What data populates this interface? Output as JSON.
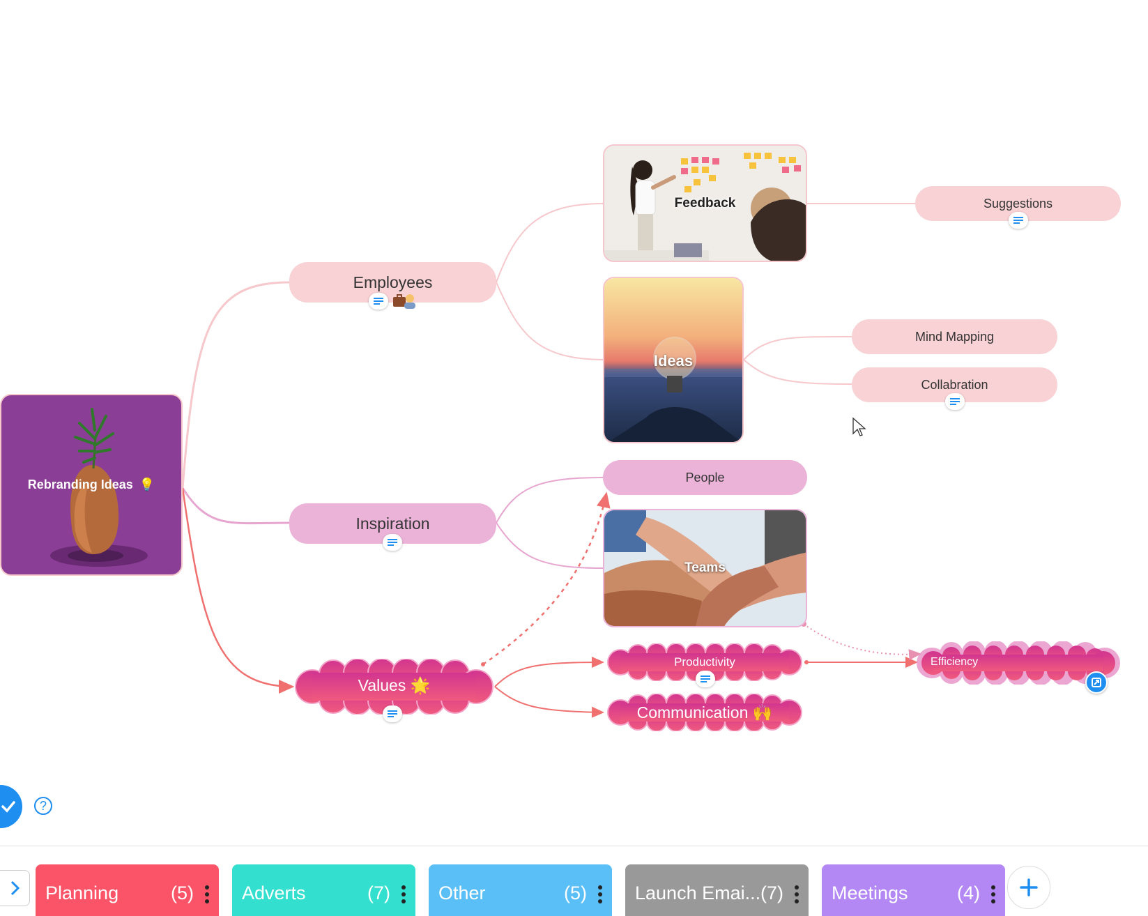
{
  "mindmap": {
    "root": {
      "label": "Rebranding Ideas",
      "emoji": "💡"
    },
    "employees": {
      "label": "Employees"
    },
    "inspiration": {
      "label": "Inspiration"
    },
    "values": {
      "label": "Values",
      "emoji": "🌟"
    },
    "feedback": {
      "label": "Feedback"
    },
    "ideas": {
      "label": "Ideas"
    },
    "people": {
      "label": "People"
    },
    "teams": {
      "label": "Teams"
    },
    "suggestions": {
      "label": "Suggestions"
    },
    "mind_mapping": {
      "label": "Mind Mapping"
    },
    "collabration": {
      "label": "Collabration"
    },
    "productivity": {
      "label": "Productivity"
    },
    "communication": {
      "label": "Communication",
      "emoji": "🙌"
    },
    "efficiency": {
      "label": "Efficiency"
    }
  },
  "colors": {
    "root_bg": "#8b3e96",
    "pink_branch": "#f8d2d5",
    "mauve_branch": "#ecb3d9",
    "values_link": "#f07070",
    "cloud_fill": "#e23f86",
    "accent_blue": "#1e8ff0"
  },
  "tabs": [
    {
      "label": "Planning",
      "count": "(5)",
      "color": "#fb5468"
    },
    {
      "label": "Adverts",
      "count": "(7)",
      "color": "#33dfce"
    },
    {
      "label": "Other",
      "count": "(5)",
      "color": "#5bbff7"
    },
    {
      "label": "Launch Emai...",
      "count": "(7)",
      "color": "#999999"
    },
    {
      "label": "Meetings",
      "count": "(4)",
      "color": "#b388f5"
    }
  ],
  "help": {
    "label": "?"
  }
}
